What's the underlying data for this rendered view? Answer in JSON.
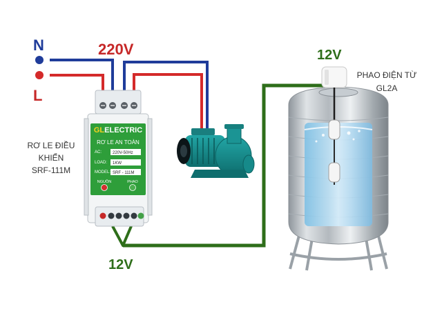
{
  "labels": {
    "n": "N",
    "l": "L",
    "v220": "220V",
    "v12_top": "12V",
    "v12_bottom": "12V",
    "float_switch": [
      "PHAO ĐIỆN TỪ",
      "GL2A"
    ],
    "relay_caption": [
      "RƠ LE ĐIỀU",
      "KHIỂN",
      "SRF-111M"
    ]
  },
  "relay": {
    "brand": "GLELECTRIC",
    "brand_prefix": "GL",
    "brand_rest": "ELECTRIC",
    "panel_title": "RƠ LE AN TOÀN",
    "rows": [
      {
        "key": "AC:",
        "value": "220V-50Hz"
      },
      {
        "key": "LOAD:",
        "value": "1KW"
      },
      {
        "key": "MODEL:",
        "value": "SRF - 111M"
      }
    ],
    "led_power": "NGUỒN",
    "led_float": "PHAO"
  },
  "colors": {
    "n_wire": "#1f3c9a",
    "l_wire": "#d42a2a",
    "v12_wire": "#2e6e1a",
    "label_red": "#c62828",
    "label_blue": "#1f3c9a",
    "label_green": "#2e6e1a",
    "panel_green": "#2e9e3a",
    "pump_teal": "#138a8a",
    "water_blue": "#9dd2ee"
  }
}
